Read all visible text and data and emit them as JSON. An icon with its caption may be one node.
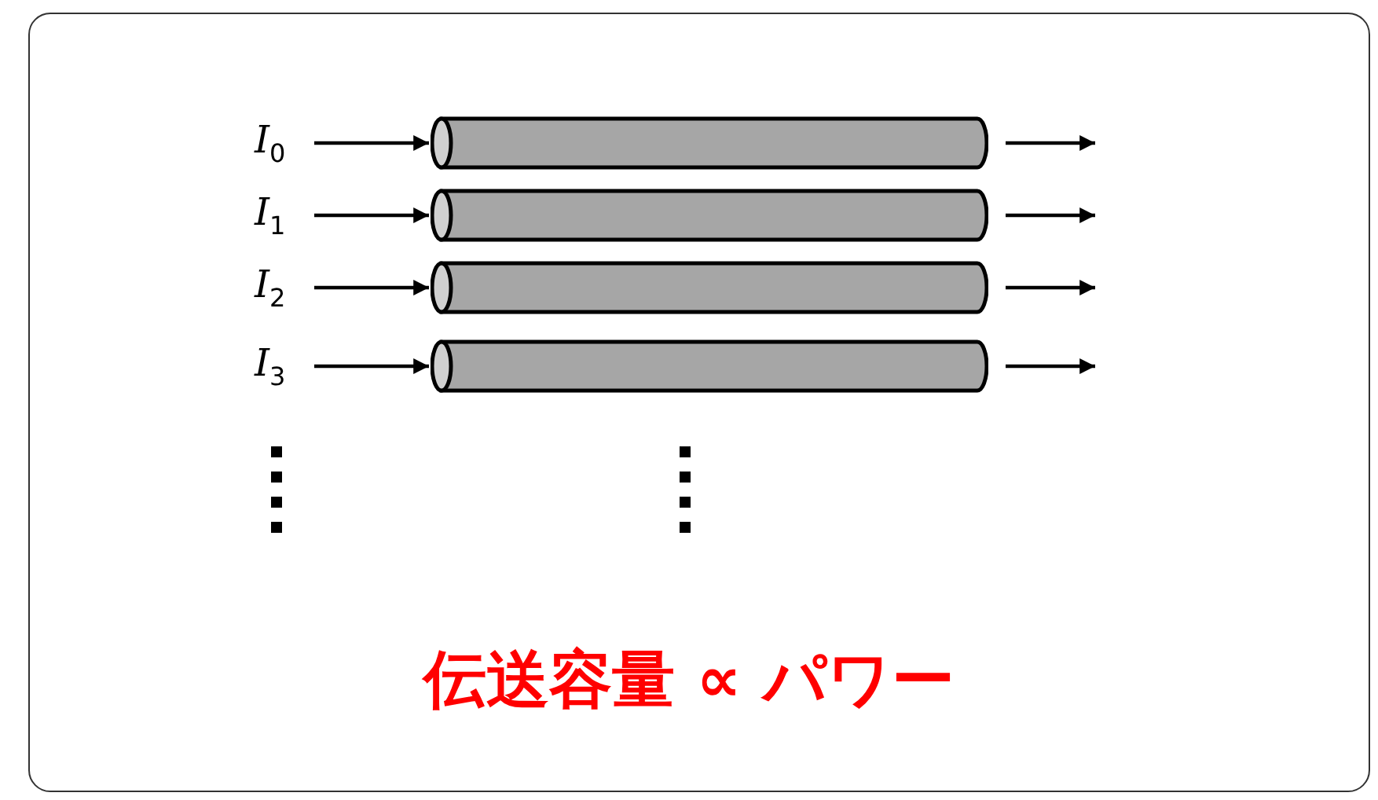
{
  "diagram": {
    "caption": "伝送容量 ∝ パワー",
    "nodes": [
      {
        "text": [
          "*I*$_{0}$"
        ]
      },
      {
        "text": [
          "*I*$_{1}$"
        ]
      },
      {
        "text": [
          "*I*$_{2}$"
        ]
      },
      {
        "text": [
          "*I*$_{3}$"
        ]
      },
      {
        "text": [],
        "shape": "cylinder"
      },
      {
        "text": [],
        "shape": "cylinder"
      },
      {
        "text": [],
        "shape": "cylinder"
      },
      {
        "text": [],
        "shape": "cylinder"
      }
    ],
    "edges": [
      {
        "from": 0,
        "to": 4,
        "arrow": "to"
      },
      {
        "from": 1,
        "to": 5,
        "arrow": "to"
      },
      {
        "from": 2,
        "to": 6,
        "arrow": "to"
      },
      {
        "from": 3,
        "to": 7,
        "arrow": "to"
      },
      {
        "from": 4,
        "to": null,
        "arrow": "to"
      },
      {
        "from": 5,
        "to": null,
        "arrow": "to"
      },
      {
        "from": 6,
        "to": null,
        "arrow": "to"
      },
      {
        "from": 7,
        "to": null,
        "arrow": "to"
      }
    ]
  }
}
